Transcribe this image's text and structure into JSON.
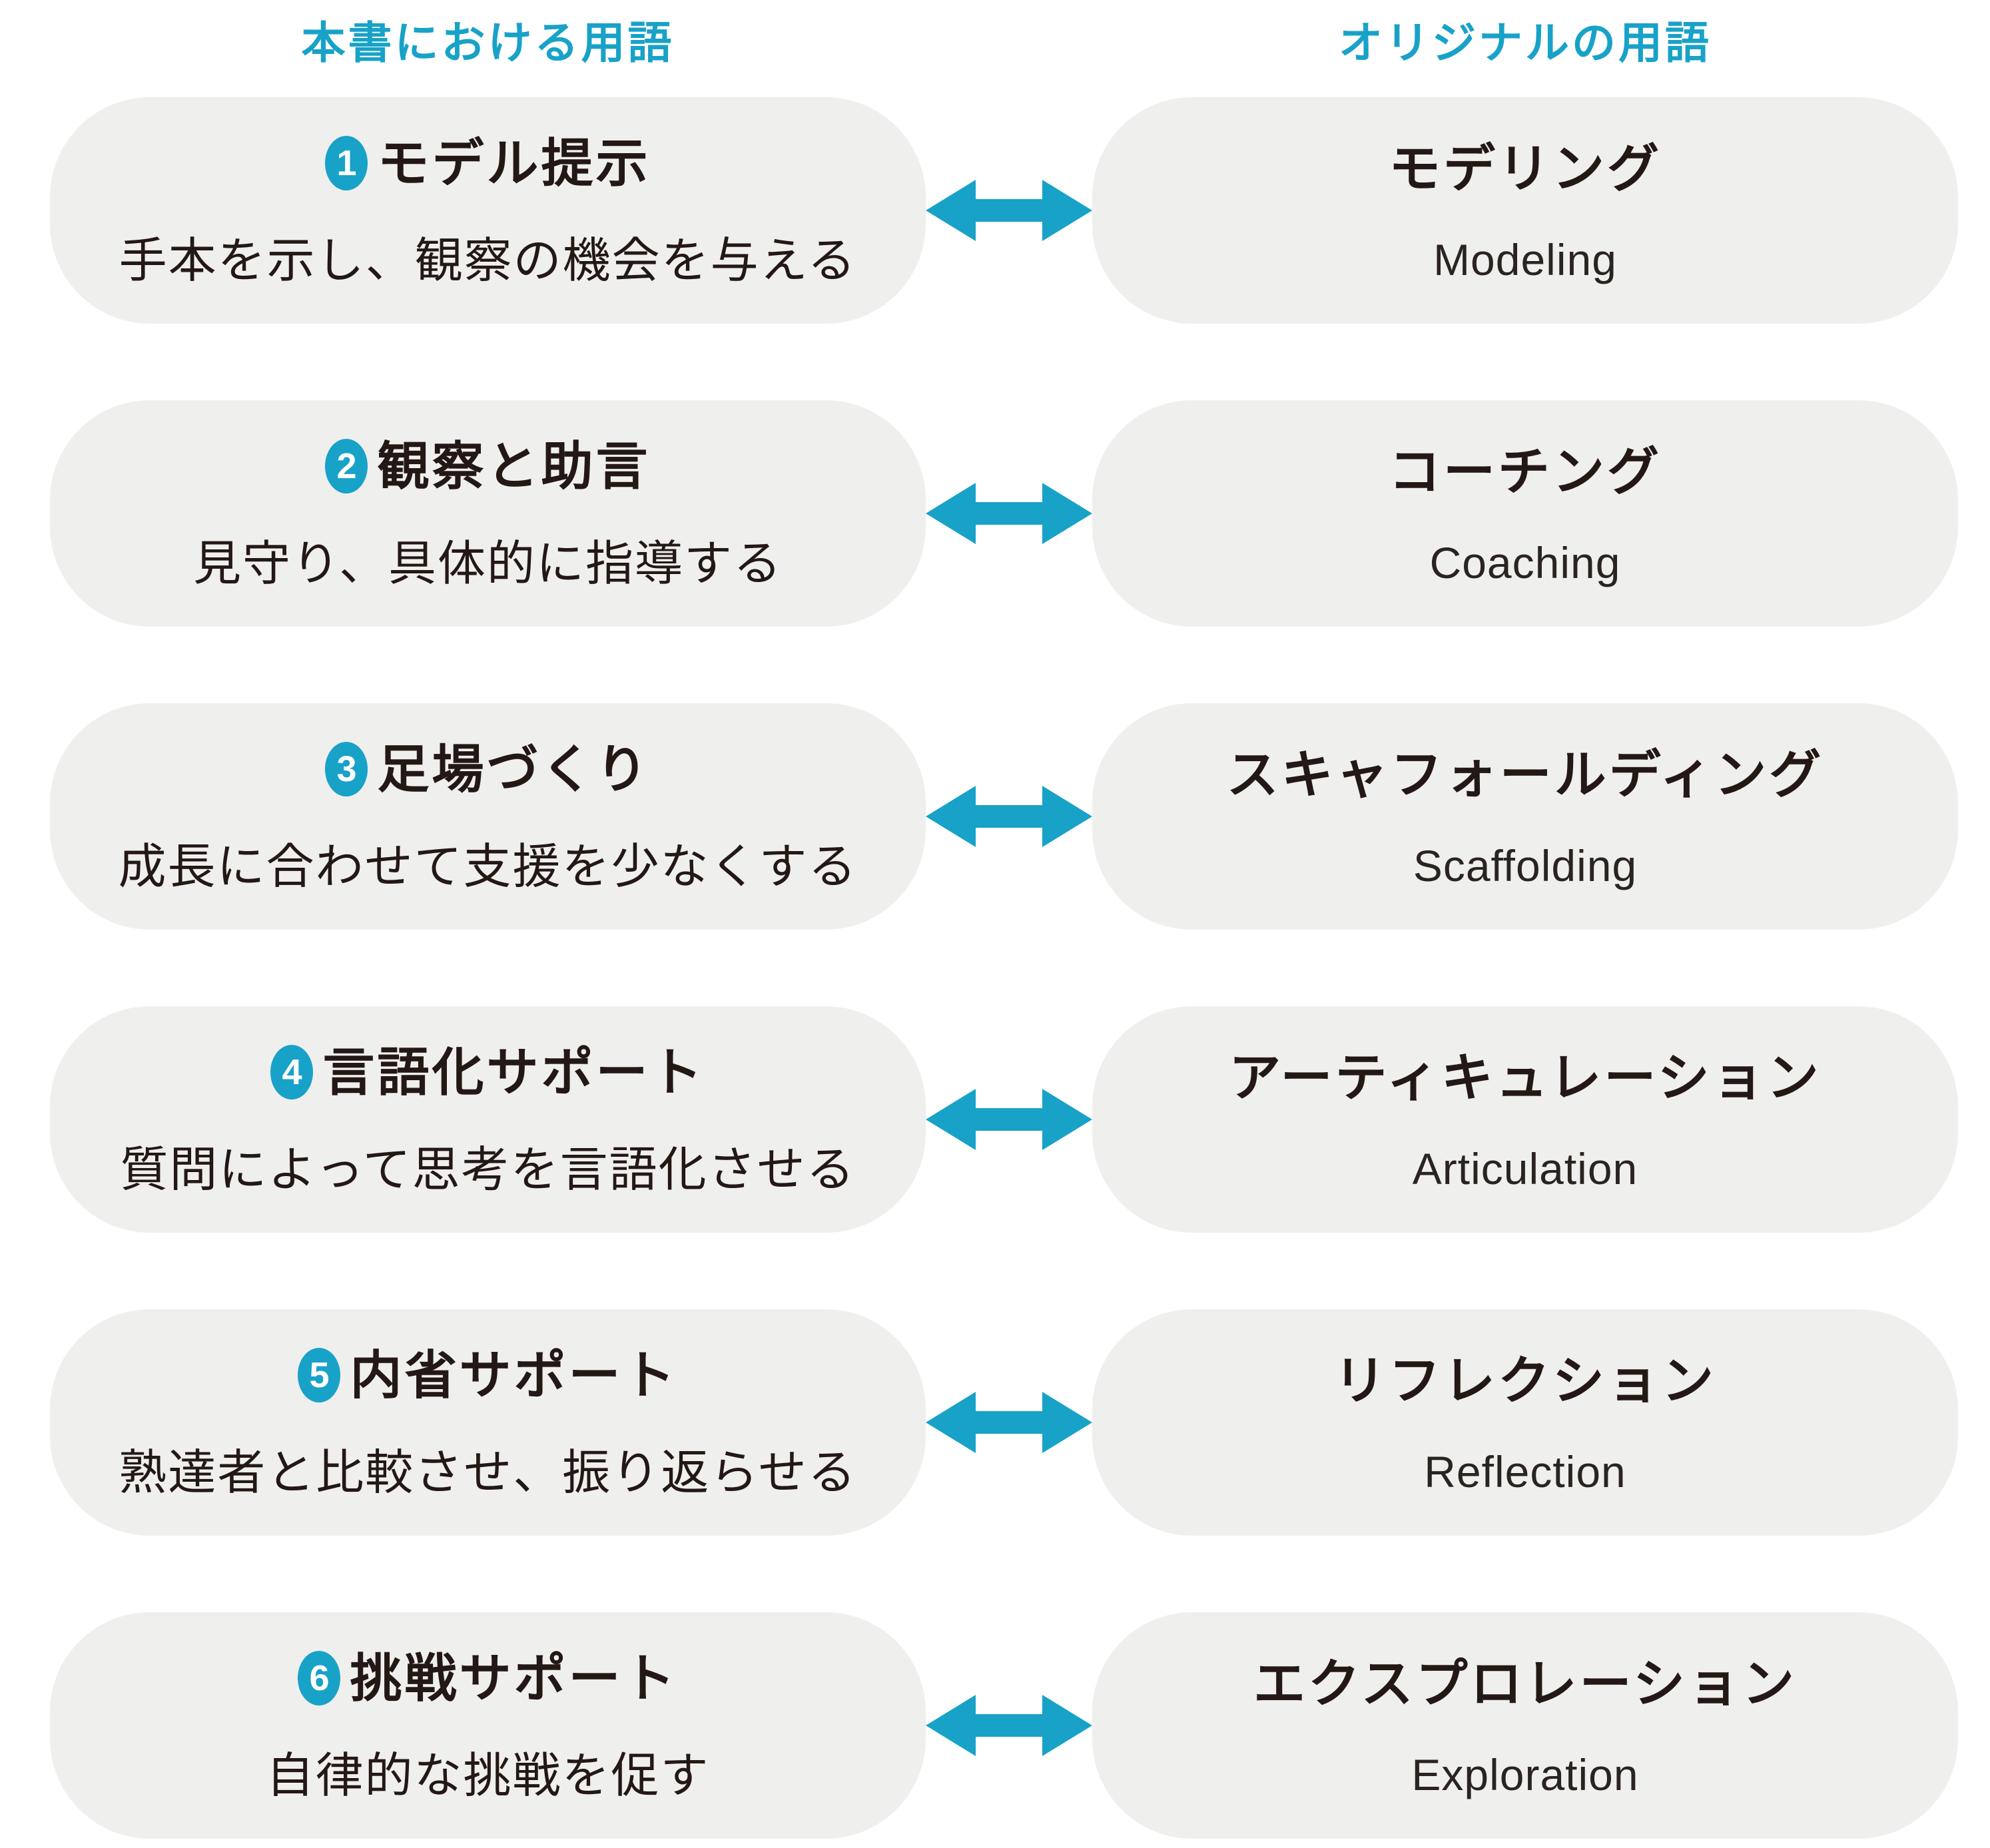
{
  "colors": {
    "accent": "#18a2c8",
    "box_bg": "#efefee",
    "text": "#231815"
  },
  "headers": {
    "left": "本書における用語",
    "right": "オリジナルの用語"
  },
  "arrow_icon": "double-headed-horizontal-arrow",
  "rows": [
    {
      "num": "1",
      "title": "モデル提示",
      "desc": "手本を示し、観察の機会を与える",
      "kana": "モデリング",
      "en": "Modeling"
    },
    {
      "num": "2",
      "title": "観察と助言",
      "desc": "見守り、具体的に指導する",
      "kana": "コーチング",
      "en": "Coaching"
    },
    {
      "num": "3",
      "title": "足場づくり",
      "desc": "成長に合わせて支援を少なくする",
      "kana": "スキャフォールディング",
      "en": "Scaffolding"
    },
    {
      "num": "4",
      "title": "言語化サポート",
      "desc": "質問によって思考を言語化させる",
      "kana": "アーティキュレーション",
      "en": "Articulation"
    },
    {
      "num": "5",
      "title": "内省サポート",
      "desc": "熟達者と比較させ、振り返らせる",
      "kana": "リフレクション",
      "en": "Reflection"
    },
    {
      "num": "6",
      "title": "挑戦サポート",
      "desc": "自律的な挑戦を促す",
      "kana": "エクスプロレーション",
      "en": "Exploration"
    }
  ]
}
